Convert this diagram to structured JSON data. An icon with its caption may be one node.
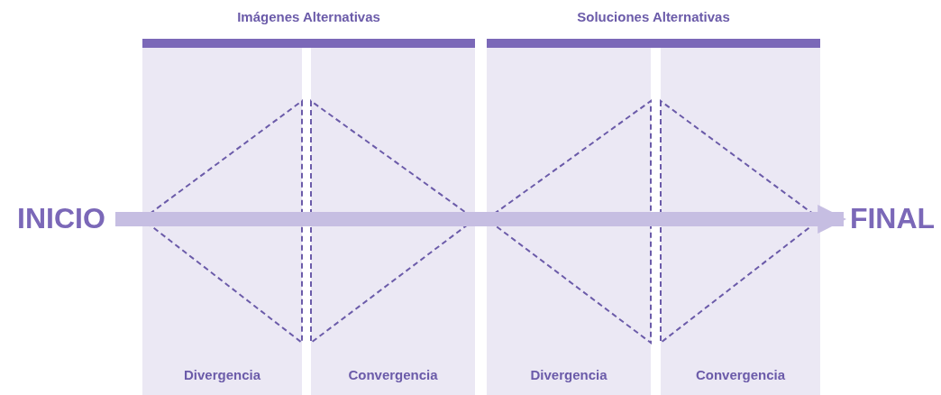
{
  "diagram": {
    "nodes": [
      {
        "text": [
          "Imágenes Alternativas"
        ]
      },
      {
        "text": [
          "Soluciones Alternativas"
        ]
      },
      {
        "text": [
          "INICIO"
        ]
      },
      {
        "text": [
          "Divergencia"
        ]
      },
      {
        "text": [
          "Convergencia"
        ]
      },
      {
        "text": [
          "Divergencia"
        ]
      },
      {
        "text": [
          "Convergencia"
        ]
      },
      {
        "text": [
          "FINAL"
        ]
      }
    ],
    "edges": [
      {
        "from": 2,
        "to": 7,
        "arrow": "to",
        "color": "#c6bee2"
      }
    ]
  }
}
